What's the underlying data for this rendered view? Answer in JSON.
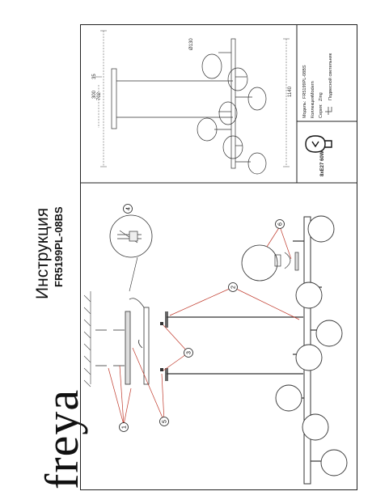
{
  "brand": {
    "logo_text": "freya"
  },
  "document": {
    "title": "Инструкция",
    "model": "FR5199PL-08BS"
  },
  "dimensions": {
    "width": "702",
    "height": "1140",
    "canopy_height": "300",
    "canopy_gap": "35",
    "shade_diameter": "Ø130"
  },
  "specs": {
    "model_label": "Модель:",
    "model_value": "FR5199PL-08BS",
    "collection_label": "Коллекция:",
    "collection_value": "Modern",
    "series_label": "Серия:",
    "series_value": "Zing",
    "type_value": "Подвесной светильник"
  },
  "bulb": {
    "label": "8xE27 60W"
  },
  "callouts": [
    "1",
    "2",
    "3",
    "4",
    "5",
    "6"
  ],
  "colors": {
    "callout_line": "#c0392b",
    "outline": "#222222"
  }
}
